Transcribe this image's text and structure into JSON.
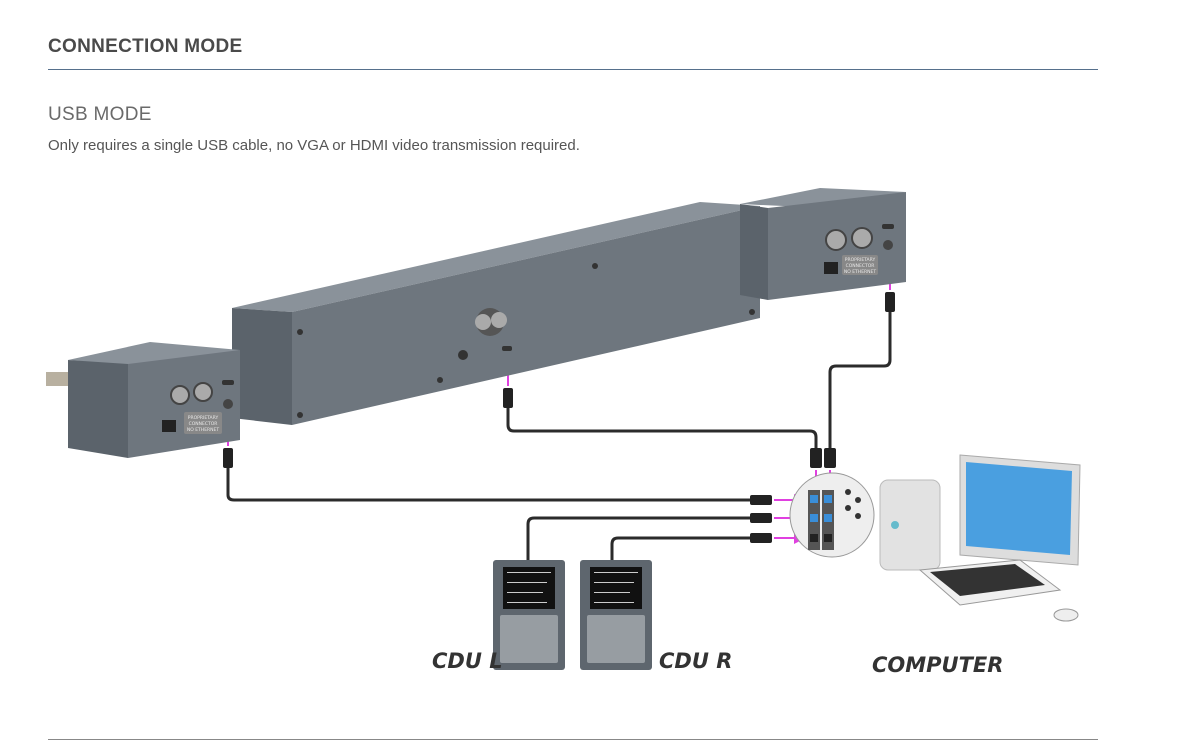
{
  "section": {
    "title": "CONNECTION MODE"
  },
  "mode": {
    "title": "USB MODE",
    "description": "Only requires a single USB cable, no VGA or HDMI video transmission required."
  },
  "diagram": {
    "labels": {
      "cdu_left": "CDU L",
      "cdu_right": "CDU R",
      "computer": "COMPUTER"
    },
    "device_badge": {
      "line1": "PROPRIETARY",
      "line2": "CONNECTOR",
      "line3": "NO ETHERNET"
    },
    "colors": {
      "device_body": "#6e767e",
      "cable": "#2b2b2b",
      "arrow": "#e040e0",
      "screen": "#4a9fe0"
    }
  }
}
